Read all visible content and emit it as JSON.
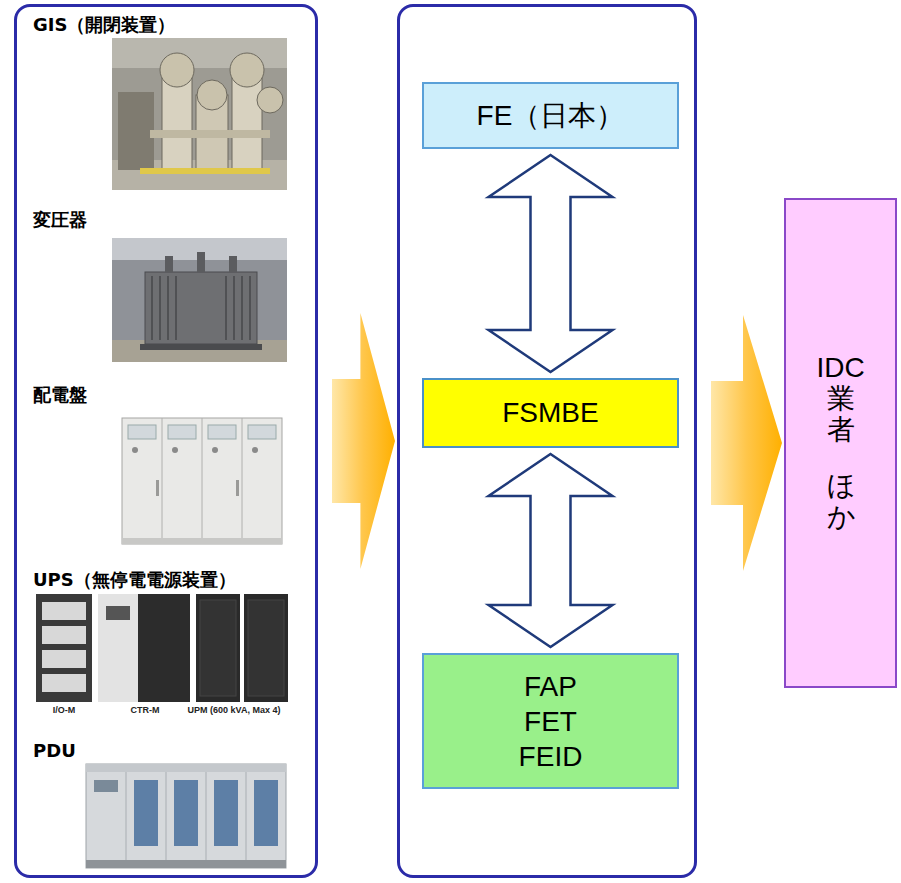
{
  "diagram": {
    "nodes": [
      {
        "text": [
          "GIS（開閉装置）",
          "変圧器",
          "配電盤",
          "UPS（無停電電源装置）",
          "PDU"
        ]
      },
      {
        "text": []
      },
      {
        "text": [
          "FE（日本）"
        ],
        "in": 1
      },
      {
        "text": [
          "FSMBE"
        ],
        "in": 1
      },
      {
        "text": [
          "FAP FET FEID"
        ],
        "in": 1
      },
      {
        "text": [
          "IDC業者",
          "ほか"
        ]
      }
    ],
    "edges": [
      {
        "from": 0,
        "to": 1,
        "arrow": "to"
      },
      {
        "from": 1,
        "to": 5,
        "arrow": "to"
      },
      {
        "from": 2,
        "to": 3,
        "arrow": "both"
      },
      {
        "from": 3,
        "to": 4,
        "arrow": "both"
      }
    ],
    "labels": [
      "I/O-M",
      "CTR-M",
      "UPM (600 kVA, Max 4)"
    ]
  }
}
